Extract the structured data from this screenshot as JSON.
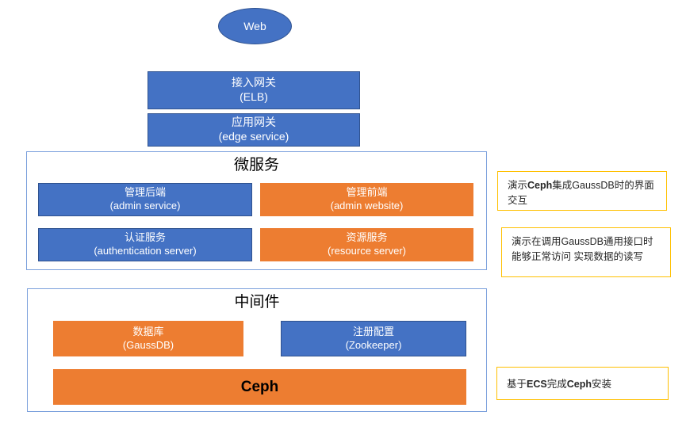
{
  "diagram": {
    "web_node": {
      "label": "Web"
    },
    "gateways": [
      {
        "name": "access-gateway",
        "cn": "接入网关",
        "en": "(ELB)"
      },
      {
        "name": "application-gateway",
        "cn": "应用网关",
        "en": "(edge service)"
      }
    ],
    "groups": [
      {
        "name": "microservices",
        "title": "微服务",
        "tiles": [
          {
            "name": "admin-service",
            "cn": "管理后端",
            "en": "(admin service)",
            "color": "#4472C4"
          },
          {
            "name": "admin-website",
            "cn": "管理前端",
            "en": "(admin website)",
            "color": "#ED7D31"
          },
          {
            "name": "authentication-server",
            "cn": "认证服务",
            "en": "(authentication server)",
            "color": "#4472C4"
          },
          {
            "name": "resource-server",
            "cn": "资源服务",
            "en": "(resource server)",
            "color": "#ED7D31"
          }
        ]
      },
      {
        "name": "middleware",
        "title": "中间件",
        "tiles": [
          {
            "name": "database",
            "cn": "数据库",
            "en": "(GaussDB)",
            "color": "#ED7D31"
          },
          {
            "name": "registry-config",
            "cn": "注册配置",
            "en": "(Zookeeper)",
            "color": "#4472C4"
          }
        ],
        "full_width_tile": {
          "name": "ceph",
          "label": "Ceph",
          "color": "#ED7D31"
        }
      }
    ],
    "notes": [
      {
        "name": "note-ceph-gaussdb-ui",
        "parts": [
          {
            "text": "演示",
            "bold": false
          },
          {
            "text": "Ceph",
            "bold": true
          },
          {
            "text": "集成GaussDB时的界面交互",
            "bold": false
          }
        ],
        "plain": "演示Ceph集成GaussDB时的界面交互"
      },
      {
        "name": "note-gaussdb-api",
        "parts": [
          {
            "text": "演示在调用GaussDB通用接口时能够正常访问 实现数据的读写",
            "bold": false
          }
        ],
        "plain": "演示在调用GaussDB通用接口时能够正常访问 实现数据的读写"
      },
      {
        "name": "note-ecs-ceph-install",
        "parts": [
          {
            "text": "基于",
            "bold": false
          },
          {
            "text": "ECS",
            "bold": true
          },
          {
            "text": "完成",
            "bold": false
          },
          {
            "text": "Ceph",
            "bold": true
          },
          {
            "text": "安装",
            "bold": false
          }
        ],
        "plain": "基于ECS完成Ceph安装"
      }
    ],
    "colors": {
      "blue_fill": "#4472C4",
      "blue_border": "#2F528F",
      "orange_fill": "#ED7D31",
      "group_border": "#7BA0DC",
      "note_border": "#FFC000",
      "text_light": "#FFFFFF",
      "text_dark": "#262626"
    }
  }
}
